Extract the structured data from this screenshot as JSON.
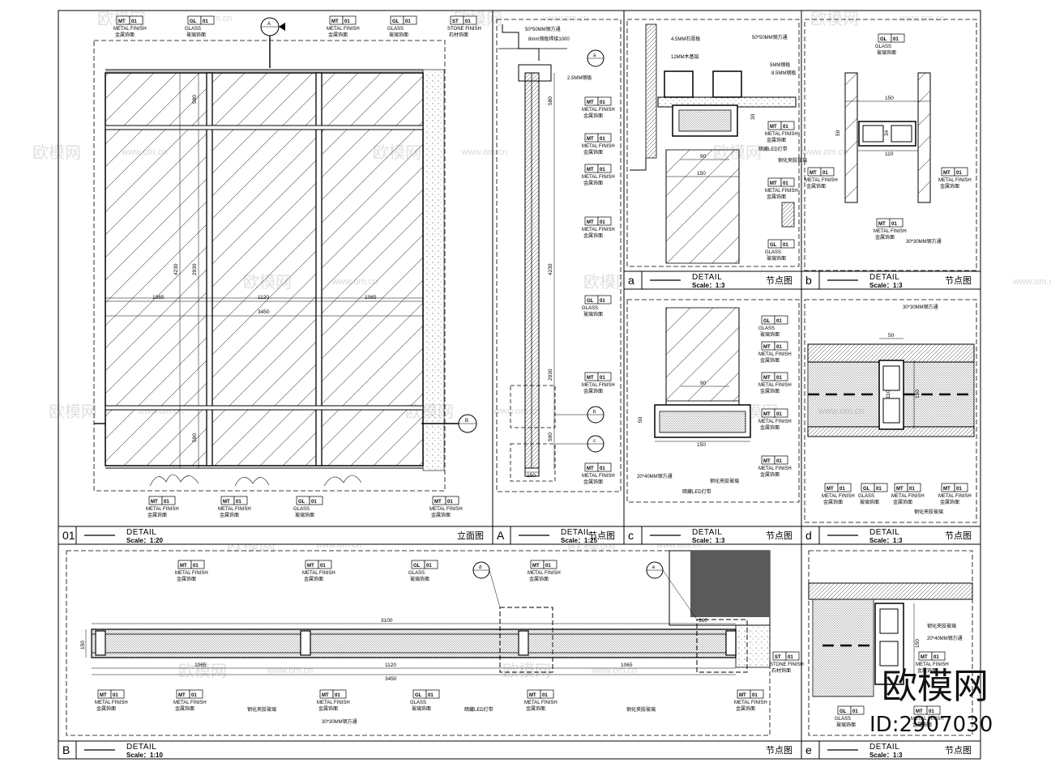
{
  "labels": {
    "metal": {
      "code": "MT",
      "num": "01",
      "en": "METAL FINISH",
      "cn": "金属饰面"
    },
    "glass": {
      "code": "GL",
      "num": "01",
      "en": "GLASS",
      "cn": "玻璃饰面"
    },
    "stone": {
      "code": "ST",
      "num": "01",
      "en": "STONE FINISH",
      "cn": "石材饰面"
    }
  },
  "title_blocks": [
    {
      "id": "01",
      "detail": "DETAIL",
      "scale": "Scale：1:20",
      "kind": "立面图"
    },
    {
      "id": "A",
      "detail": "DETAIL",
      "scale": "Scale：1:25",
      "kind": "节点图"
    },
    {
      "id": "a",
      "detail": "DETAIL",
      "scale": "Scale：1:3",
      "kind": "节点图"
    },
    {
      "id": "b",
      "detail": "DETAIL",
      "scale": "Scale：1:3",
      "kind": "节点图"
    },
    {
      "id": "c",
      "detail": "DETAIL",
      "scale": "Scale：1:3",
      "kind": "节点图"
    },
    {
      "id": "d",
      "detail": "DETAIL",
      "scale": "Scale：1:3",
      "kind": "节点图"
    },
    {
      "id": "B",
      "detail": "DETAIL",
      "scale": "Scale：1:10",
      "kind": "节点图"
    },
    {
      "id": "e",
      "detail": "DETAIL",
      "scale": "Scale：1:3",
      "kind": "节点图"
    }
  ],
  "elevation": {
    "section_marks": [
      "A",
      "B"
    ],
    "dims": {
      "w_left": "1065",
      "w_mid": "1120",
      "w_right": "1065",
      "w_total": "3450",
      "h_total": "4230",
      "h_mid": "2930",
      "h_top": "580",
      "h_bot": "590"
    }
  },
  "section_A": {
    "callouts": [
      "a",
      "b",
      "c"
    ],
    "notes": [
      "50*50MM钢方通",
      "8mm钢板焊接1000",
      "2.5MM钢板"
    ],
    "dims": {
      "h1": "580",
      "h2": "4230",
      "h3": "2930",
      "h4": "590",
      "w": "150"
    }
  },
  "detail_a": {
    "notes": [
      "4.5MM石膏板",
      "12MM木基层",
      "50*50MM钢方通",
      "5MM钢板",
      "8.5MM钢板",
      "暗藏LED灯带",
      "钢化夹胶玻璃"
    ],
    "dims": {
      "w": "150",
      "gap": "90",
      "h": "30"
    }
  },
  "detail_b": {
    "notes": [
      "30*30MM钢方通"
    ],
    "dims": {
      "w1": "150",
      "w2": "110",
      "h": "50",
      "d": "34"
    }
  },
  "detail_c": {
    "notes": [
      "20*40MM钢方通",
      "钢化夹胶玻璃",
      "暗藏LED灯带"
    ],
    "dims": {
      "w": "150",
      "gap": "90",
      "h": "50"
    }
  },
  "detail_d": {
    "notes": [
      "30*30MM钢方通",
      "钢化夹胶玻璃"
    ],
    "dims": {
      "w": "50",
      "h": "150",
      "d": "110"
    }
  },
  "plan_B": {
    "callouts": [
      "d",
      "e"
    ],
    "notes": [
      "钢化夹胶玻璃",
      "30*30MM钢方通",
      "暗藏LED灯带",
      "钢化夹胶玻璃"
    ],
    "dims": {
      "total_top": "3100",
      "left": "1065",
      "mid": "1120",
      "right": "1065",
      "total": "3450",
      "h": "150",
      "ext": "360"
    }
  },
  "detail_e": {
    "notes": [
      "钢化夹胶玻璃",
      "20*40MM钢方通"
    ],
    "dims": {
      "h": "150"
    }
  },
  "watermark": {
    "text": "欧模网",
    "url": "www.om.cn"
  },
  "brand": {
    "name": "欧模网",
    "id": "ID:2907030"
  }
}
